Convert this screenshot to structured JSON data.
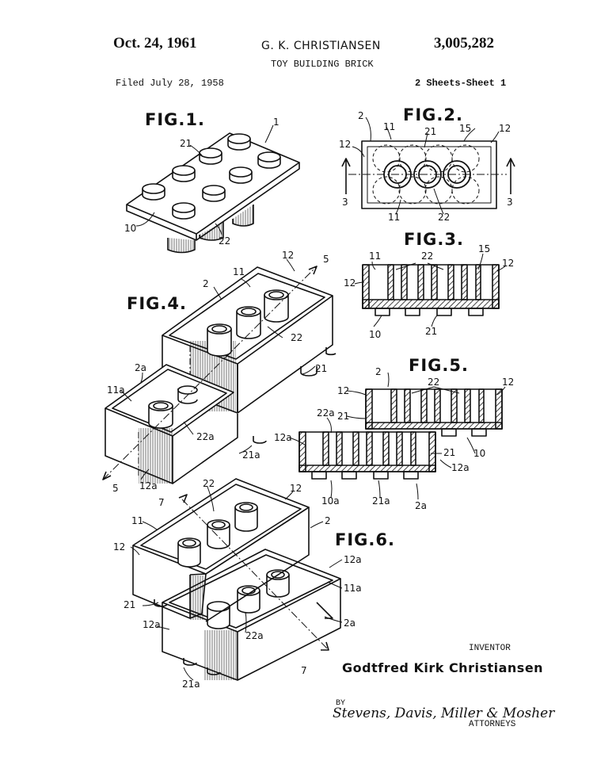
{
  "header": {
    "date": "Oct. 24, 1961",
    "inventor_header": "G. K. CHRISTIANSEN",
    "patent_number": "3,005,282",
    "title": "TOY BUILDING BRICK",
    "filed": "Filed July 28, 1958",
    "sheets": "2 Sheets-Sheet 1"
  },
  "figures": {
    "fig1": {
      "label": "FIG.1.",
      "refs": [
        "1",
        "21",
        "10",
        "22"
      ]
    },
    "fig2": {
      "label": "FIG.2.",
      "refs": [
        "2",
        "11",
        "21",
        "15",
        "12",
        "12",
        "3",
        "3",
        "11",
        "22"
      ]
    },
    "fig3": {
      "label": "FIG.3.",
      "refs": [
        "11",
        "22",
        "15",
        "12",
        "12",
        "10",
        "21"
      ]
    },
    "fig4": {
      "label": "FIG.4.",
      "refs": [
        "11",
        "12",
        "5",
        "2",
        "22",
        "21",
        "2a",
        "11a",
        "22a",
        "21a",
        "12a",
        "5"
      ]
    },
    "fig5": {
      "label": "FIG.5.",
      "refs": [
        "2",
        "22",
        "12",
        "12",
        "21",
        "22a",
        "12a",
        "21",
        "10",
        "12a",
        "10a",
        "21a",
        "2a"
      ]
    },
    "fig6": {
      "label": "FIG.6.",
      "refs": [
        "7",
        "22",
        "12",
        "11",
        "2",
        "12",
        "12a",
        "11a",
        "21",
        "12a",
        "22a",
        "2a",
        "7",
        "21a"
      ]
    }
  },
  "signature": {
    "inventor_caption": "INVENTOR",
    "inventor_name": "Godtfred Kirk Christiansen",
    "by": "BY",
    "attorneys_signature": "Stevens, Davis, Miller & Mosher",
    "attorneys_caption": "ATTORNEYS"
  }
}
